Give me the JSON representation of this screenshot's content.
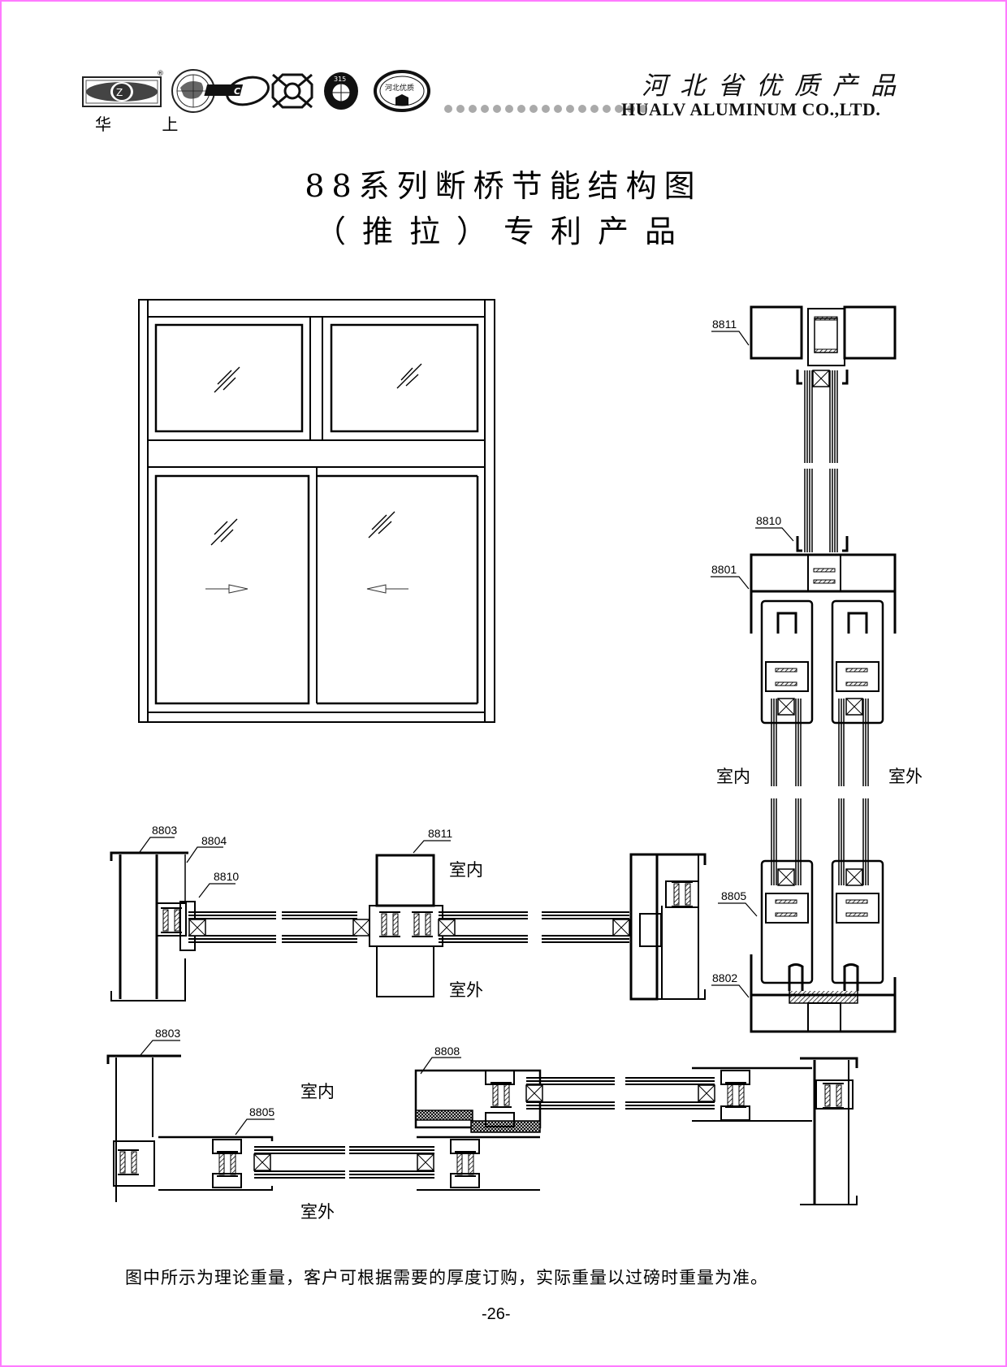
{
  "header": {
    "brand_mark": "华 上",
    "brand_chars": [
      "华",
      "上"
    ],
    "registered_symbol": "®",
    "logos": [
      "huashang-logo",
      "quality-association-badge",
      "cnab-logo",
      "certification-mark",
      "consumer-315-badge",
      "hebei-quality-badge"
    ],
    "hebei_badge_text": "河北优质",
    "cn_title": "河北省优质产品",
    "en_title": "HUALV ALUMINUM CO.,LTD."
  },
  "title": {
    "line1": "88系列断桥节能结构图",
    "line2": "（推拉）专利产品"
  },
  "elevation": {
    "sash_arrows": [
      "right",
      "left"
    ]
  },
  "section_labels": {
    "vertical": {
      "p8811": "8811",
      "p8810": "8810",
      "p8801": "8801",
      "p8805": "8805",
      "p8802": "8802",
      "indoor": "室内",
      "outdoor": "室外"
    },
    "horizontal_top": {
      "p8803": "8803",
      "p8804": "8804",
      "p8810": "8810",
      "p8811": "8811",
      "indoor": "室内",
      "outdoor": "室外"
    },
    "horizontal_bottom": {
      "p8803": "8803",
      "p8805": "8805",
      "p8808": "8808",
      "indoor": "室内",
      "outdoor": "室外"
    }
  },
  "footer": {
    "note": "图中所示为理论重量，客户可根据需要的厚度订购，实际重量以过磅时重量为准。",
    "page_number": "-26-"
  }
}
